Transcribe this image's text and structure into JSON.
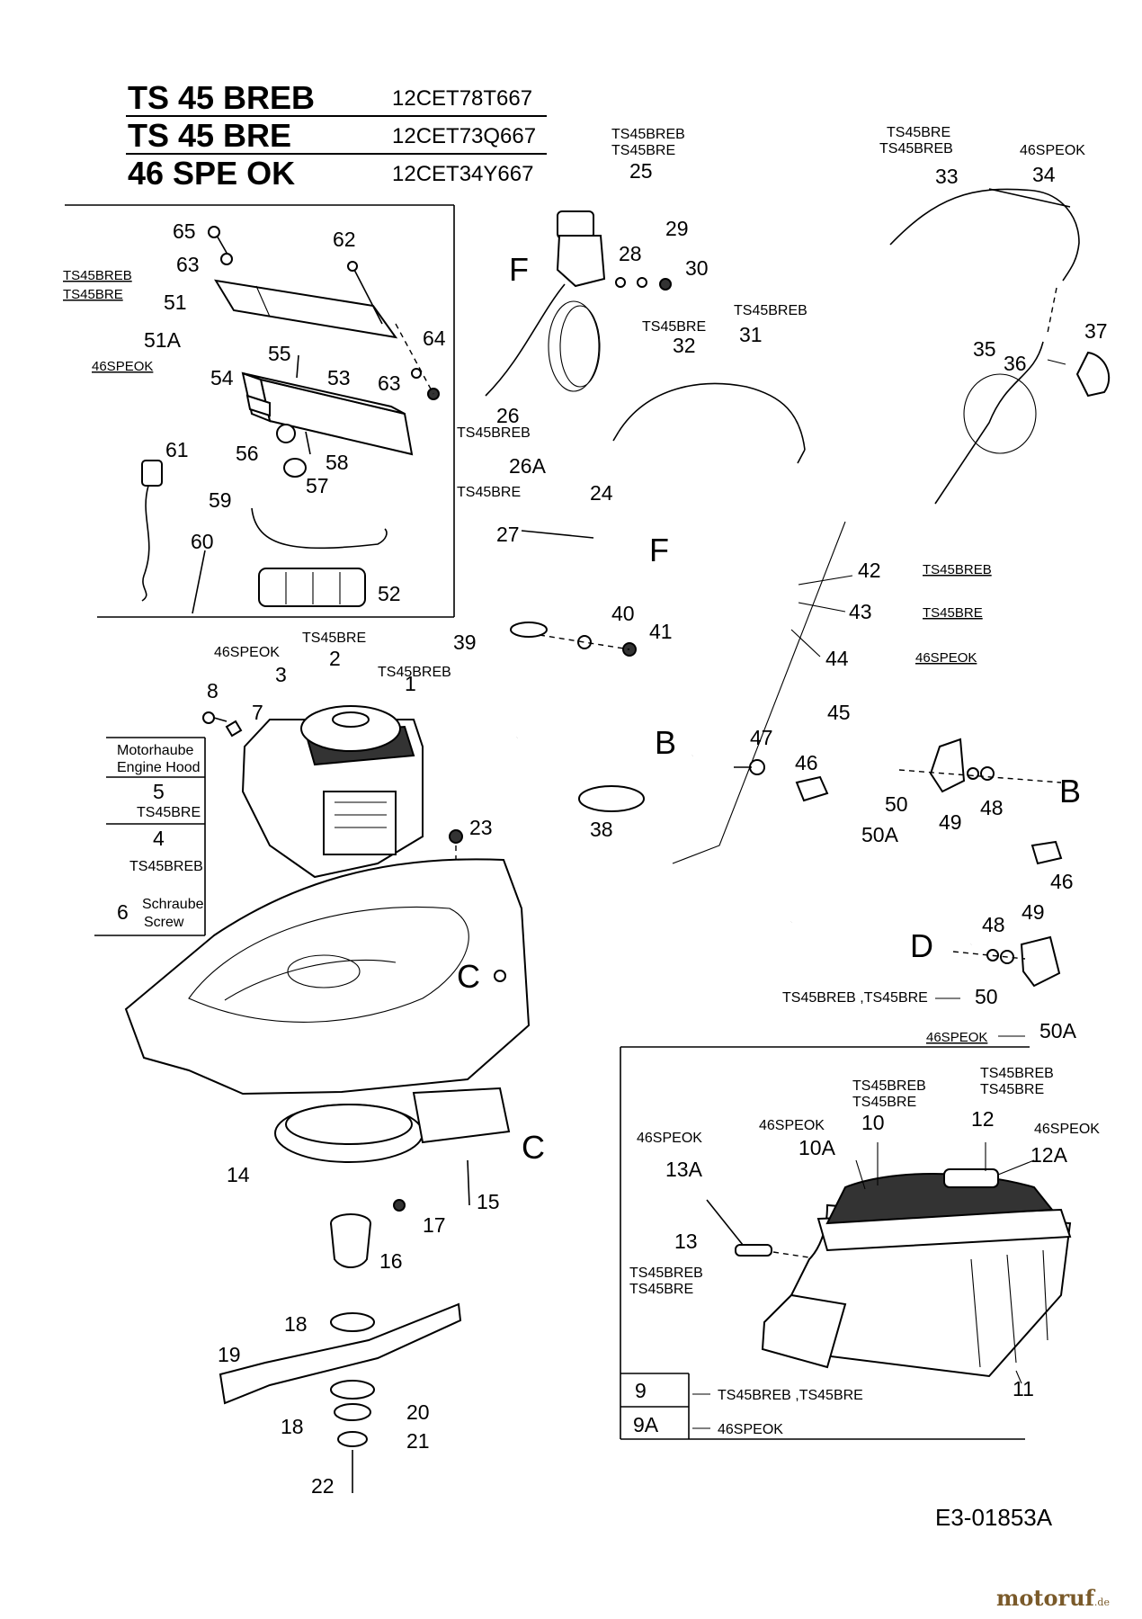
{
  "models": [
    {
      "name": "TS 45 BREB",
      "code": "12CET78T667"
    },
    {
      "name": "TS 45 BRE",
      "code": "12CET73Q667"
    },
    {
      "name": "46 SPE OK",
      "code": "12CET34Y667"
    }
  ],
  "variants": {
    "breb": "TS45BREB",
    "bre": "TS45BRE",
    "spe": "46SPEOK",
    "breb_bre": "TS45BREB ,TS45BRE"
  },
  "letters": {
    "f": "F",
    "b": "B",
    "c": "C",
    "d": "D"
  },
  "callouts": {
    "p1": "1",
    "p2": "2",
    "p3": "3",
    "p7": "7",
    "p8": "8",
    "p14": "14",
    "p15": "15",
    "p16": "16",
    "p17": "17",
    "p18": "18",
    "p19": "19",
    "p20": "20",
    "p21": "21",
    "p22": "22",
    "p23": "23",
    "p24": "24",
    "p25": "25",
    "p26": "26",
    "p26a": "26A",
    "p27": "27",
    "p28": "28",
    "p29": "29",
    "p30": "30",
    "p31": "31",
    "p32": "32",
    "p33": "33",
    "p34": "34",
    "p35": "35",
    "p36": "36",
    "p37": "37",
    "p38": "38",
    "p39": "39",
    "p40": "40",
    "p41": "41",
    "p42": "42",
    "p43": "43",
    "p44": "44",
    "p45": "45",
    "p46": "46",
    "p47": "47",
    "p48": "48",
    "p49": "49",
    "p50": "50",
    "p50a": "50A",
    "p51": "51",
    "p51a": "51A",
    "p52": "52",
    "p53": "53",
    "p54": "54",
    "p55": "55",
    "p56": "56",
    "p57": "57",
    "p58": "58",
    "p59": "59",
    "p60": "60",
    "p61": "61",
    "p62": "62",
    "p63": "63",
    "p64": "64",
    "p65": "65",
    "p10": "10",
    "p10a": "10A",
    "p11": "11",
    "p12": "12",
    "p12a": "12A",
    "p13": "13",
    "p13a": "13A"
  },
  "hood_table": {
    "title_de": "Motorhaube",
    "title_en": "Engine Hood",
    "rows": [
      {
        "num": "5",
        "variant": "TS45BRE"
      },
      {
        "num": "4",
        "variant": "TS45BREB"
      },
      {
        "num": "6",
        "label_de": "Schraube",
        "label_en": "Screw"
      }
    ]
  },
  "catcher_table": {
    "rows": [
      {
        "num": "9",
        "variant": "TS45BREB ,TS45BRE"
      },
      {
        "num": "9A",
        "variant": "46SPEOK"
      }
    ]
  },
  "diagram_code": "E3-01853A",
  "watermark": {
    "name": "motoruf",
    "suffix": ".de"
  }
}
